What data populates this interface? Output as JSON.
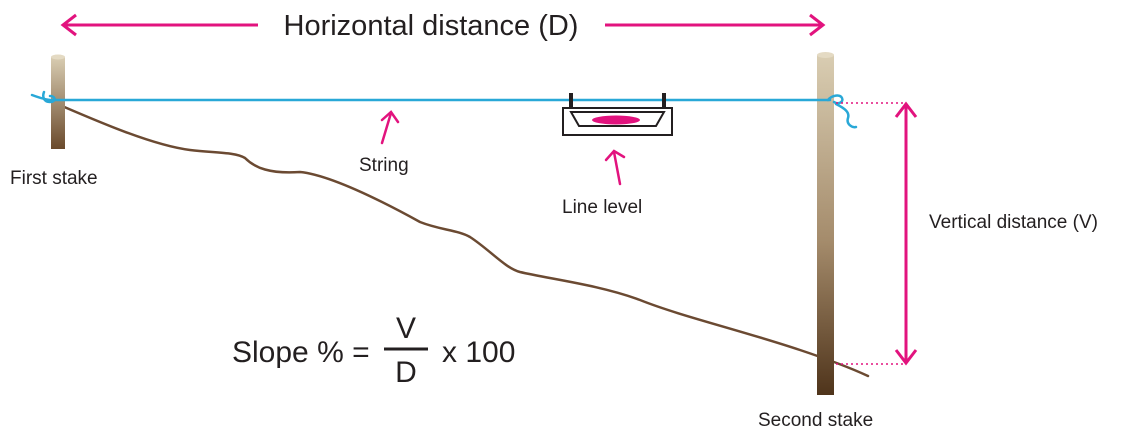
{
  "diagram": {
    "title": "Horizontal distance (D)",
    "labels": {
      "first_stake": "First stake",
      "second_stake": "Second stake",
      "string": "String",
      "line_level": "Line level",
      "vertical_distance": "Vertical distance (V)"
    },
    "formula": {
      "lhs": "Slope % =",
      "numerator": "V",
      "denominator": "D",
      "multiplier": "x 100"
    },
    "colors": {
      "arrow": "#e2137e",
      "string": "#29a8d7",
      "ground": "#6b4a32",
      "stake_light": "#d9cdb2",
      "stake_dark": "#5a3d21",
      "text": "#231f20",
      "level_bubble": "#e2137e"
    }
  }
}
